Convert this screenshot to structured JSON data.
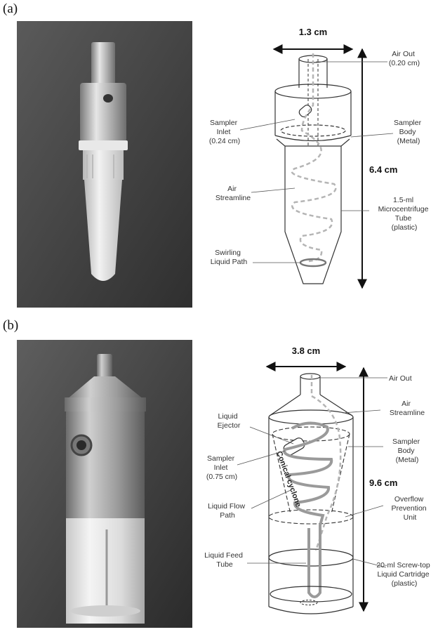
{
  "panels": [
    {
      "label": "(a)",
      "dimensions": {
        "width": "1.3 cm",
        "height": "6.4 cm"
      },
      "callouts": {
        "air_out": [
          "Air Out",
          "(0.20 cm)"
        ],
        "sampler_inlet": [
          "Sampler",
          "Inlet",
          "(0.24 cm)"
        ],
        "sampler_body": [
          "Sampler",
          "Body",
          "(Metal)"
        ],
        "air_streamline": [
          "Air",
          "Streamline"
        ],
        "tube": [
          "1.5-ml",
          "Microcentrifuge",
          "Tube",
          "(plastic)"
        ],
        "swirling": [
          "Swirling",
          "Liquid Path"
        ]
      }
    },
    {
      "label": "(b)",
      "dimensions": {
        "width": "3.8 cm",
        "height": "9.6 cm"
      },
      "inner_label": "Conical cyclone",
      "callouts": {
        "air_out": [
          "Air Out"
        ],
        "air_streamline": [
          "Air",
          "Streamline"
        ],
        "liquid_ejector": [
          "Liquid",
          "Ejector"
        ],
        "sampler_body": [
          "Sampler",
          "Body",
          "(Metal)"
        ],
        "sampler_inlet": [
          "Sampler",
          "Inlet",
          "(0.75 cm)"
        ],
        "overflow": [
          "Overflow",
          "Prevention",
          "Unit"
        ],
        "liquid_flow": [
          "Liquid Flow",
          "Path"
        ],
        "feed_tube": [
          "Liquid Feed",
          "Tube"
        ],
        "cartridge": [
          "20-ml Screw-top",
          "Liquid Cartridge",
          "(plastic)"
        ]
      }
    }
  ],
  "colors": {
    "photo_bg": "#454545",
    "metal": "#9a9a9a",
    "plastic": "#d8d8d8",
    "streamline": "#b5b5b5",
    "liquid": "#9a9a9a"
  }
}
